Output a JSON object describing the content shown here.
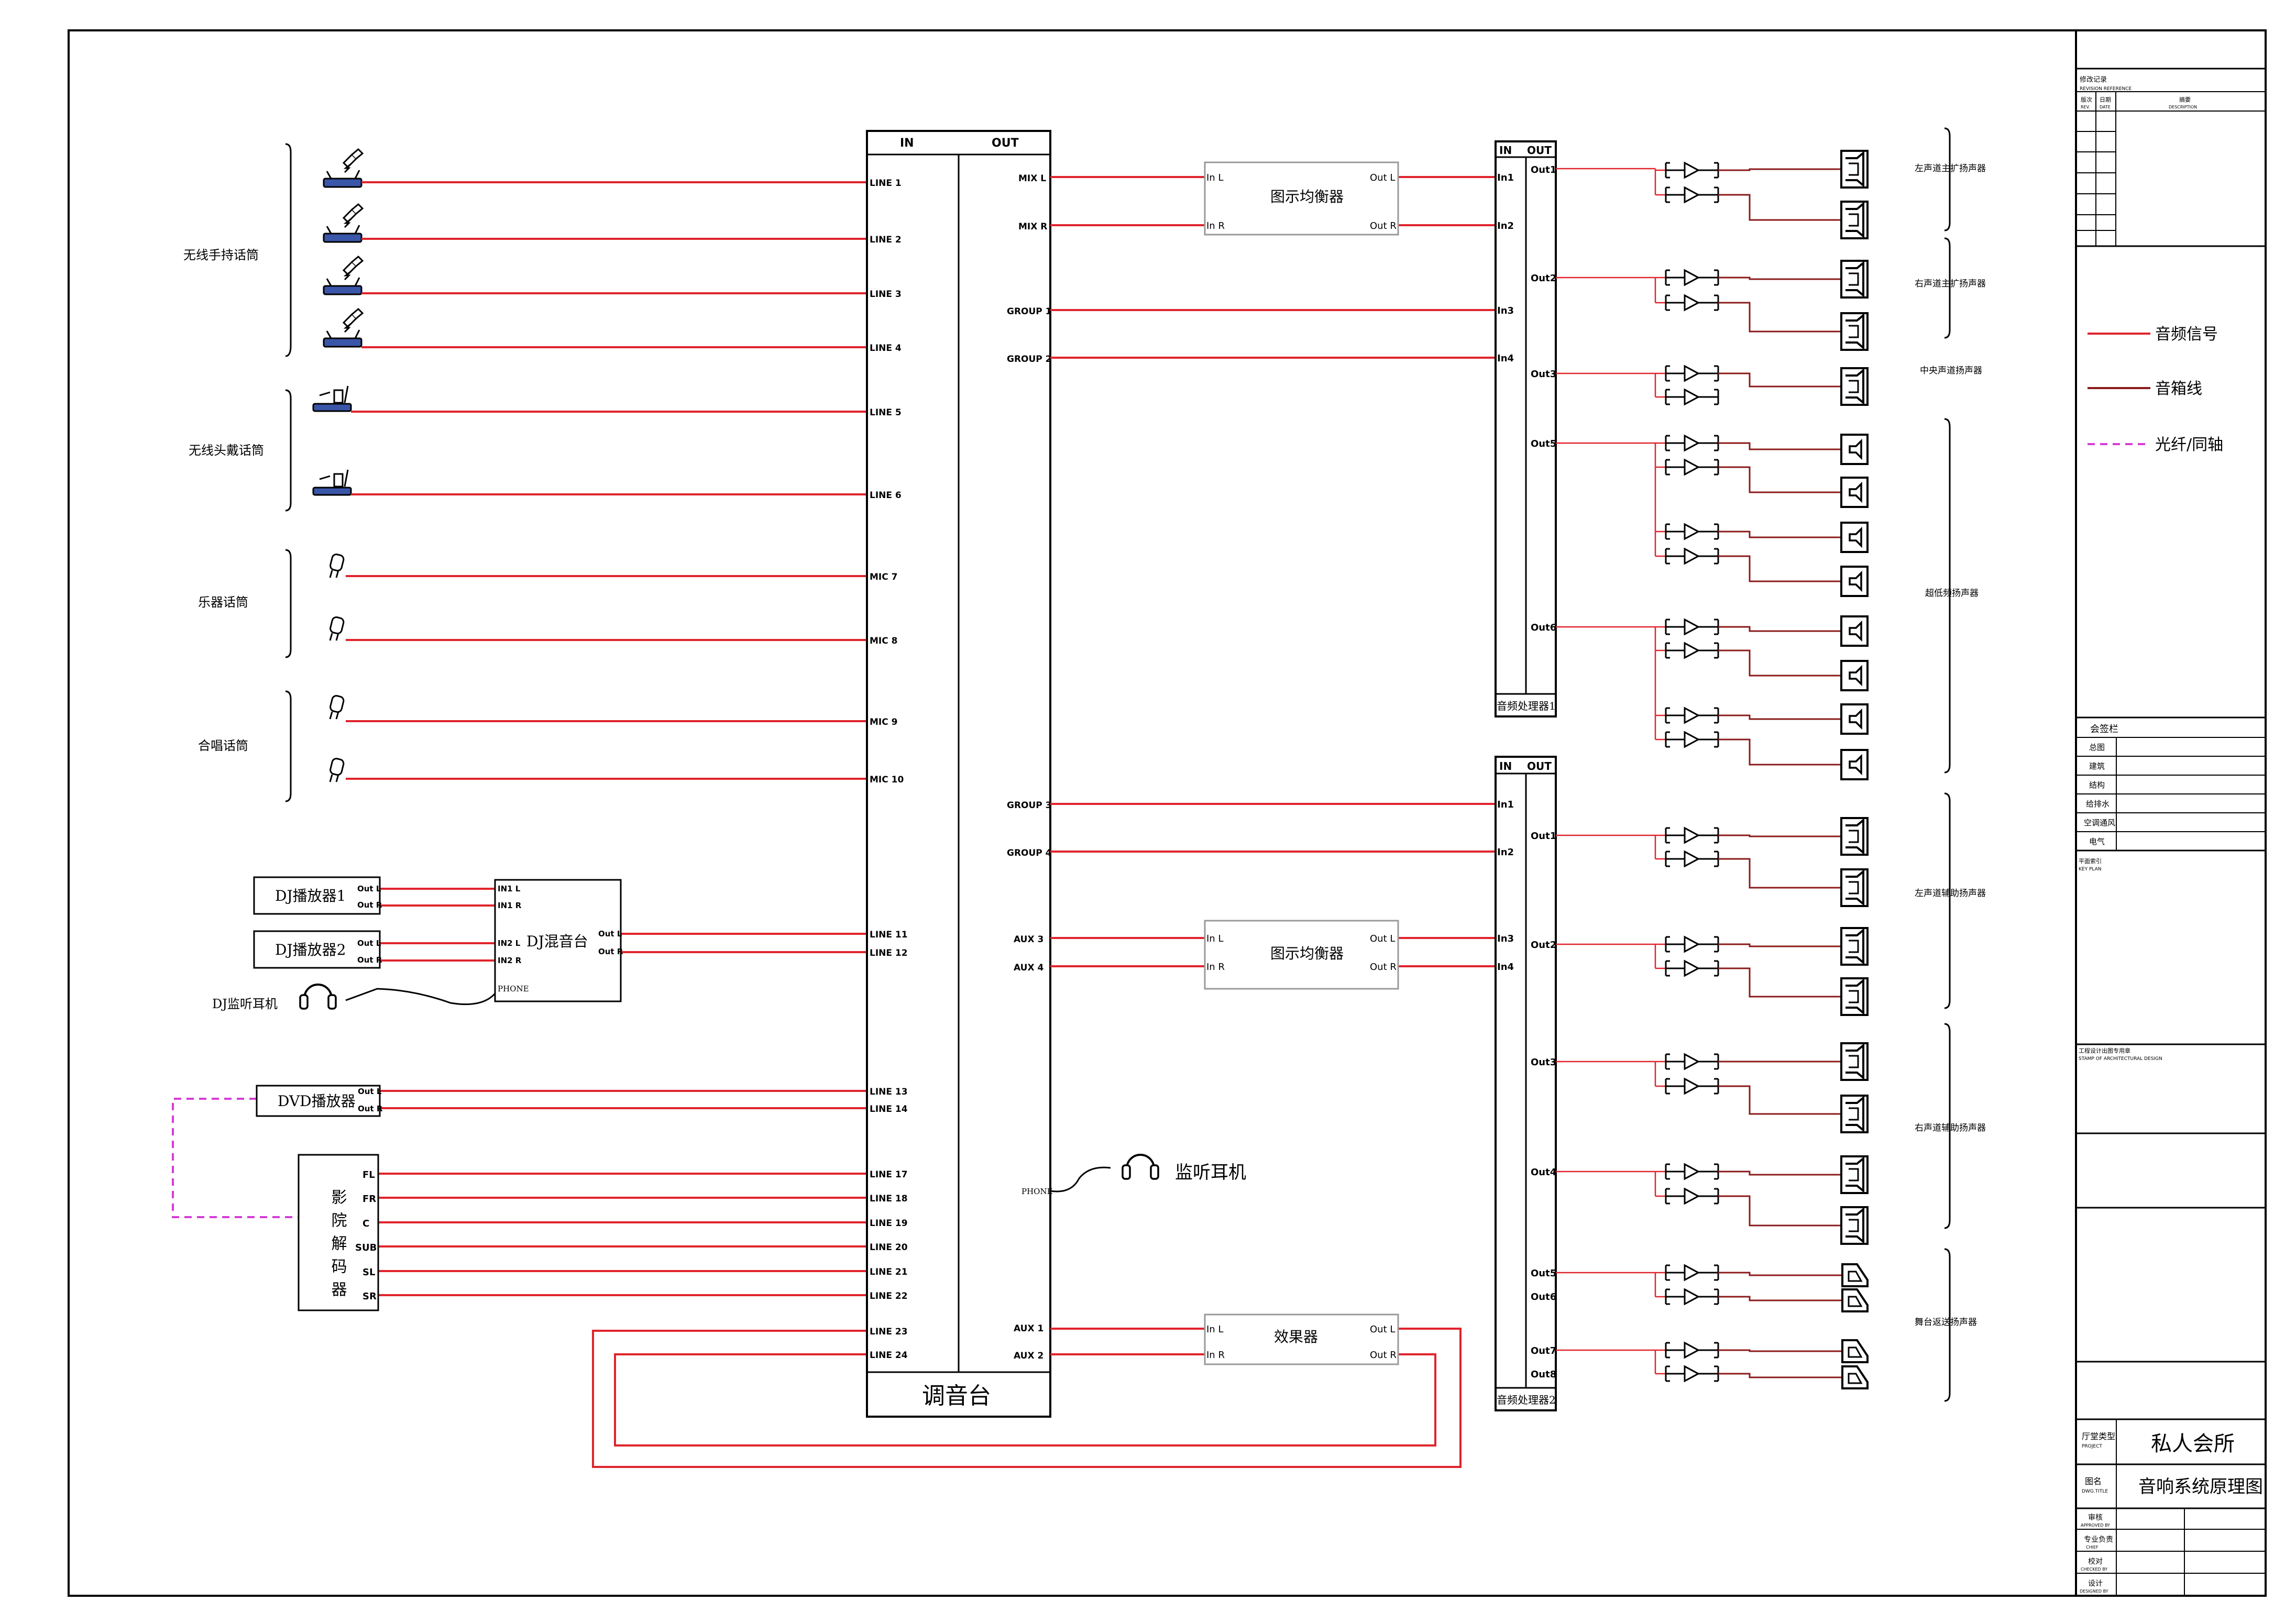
{
  "colors": {
    "signal": "#e0242c",
    "speaker": "#8b1a1a",
    "fiber": "#d63cd6",
    "ink": "#000000"
  },
  "groups": [
    {
      "label": "无线手持话筒",
      "icon": "wireless-handheld-mic-icon"
    },
    {
      "label": "无线头戴话筒",
      "icon": "wireless-headset-mic-icon"
    },
    {
      "label": "乐器话筒",
      "icon": "instrument-mic-icon"
    },
    {
      "label": "合唱话筒",
      "icon": "choir-mic-icon"
    }
  ],
  "mixer": {
    "title": "调音台",
    "in_header": "IN",
    "out_header": "OUT",
    "inputs": [
      "LINE 1",
      "LINE 2",
      "LINE 3",
      "LINE 4",
      "LINE 5",
      "LINE 6",
      "MIC 7",
      "MIC 8",
      "MIC 9",
      "MIC 10",
      "LINE 11",
      "LINE 12",
      "LINE 13",
      "LINE 14",
      "LINE 17",
      "LINE 18",
      "LINE 19",
      "LINE 20",
      "LINE 21",
      "LINE 22",
      "LINE 23",
      "LINE 24"
    ],
    "outputs": [
      "MIX L",
      "MIX R",
      "GROUP 1",
      "GROUP 2",
      "GROUP 3",
      "GROUP 4",
      "AUX 3",
      "AUX 4",
      "AUX 1",
      "AUX 2"
    ],
    "phone": "PHONE"
  },
  "sources": {
    "dj_player1": "DJ播放器1",
    "dj_player2": "DJ播放器2",
    "dj_mixer": "DJ混音台",
    "out_l": "Out L",
    "out_r": "Out R",
    "in1l": "IN1 L",
    "in1r": "IN1 R",
    "in2l": "IN2 L",
    "in2r": "IN2 R",
    "dj_out_l": "Out L",
    "dj_out_r": "Out R",
    "dj_phone": "PHONE",
    "dj_headphone": "DJ监听耳机",
    "dvd": "DVD播放器",
    "decoder": "影院解码器",
    "decoder_ch": [
      "FL",
      "FR",
      "C",
      "SUB",
      "SL",
      "SR"
    ]
  },
  "eq1": {
    "title": "图示均衡器",
    "in_l": "In L",
    "in_r": "In R",
    "out_l": "Out L",
    "out_r": "Out R"
  },
  "eq2": {
    "title": "图示均衡器",
    "in_l": "In L",
    "in_r": "In R",
    "out_l": "Out L",
    "out_r": "Out R"
  },
  "fx": {
    "title": "效果器",
    "in_l": "In L",
    "in_r": "In R",
    "out_l": "Out L",
    "out_r": "Out R"
  },
  "monitor": "监听耳机",
  "proc1": {
    "label": "音频处理器1",
    "in": "IN",
    "out": "OUT",
    "ins": [
      "In1",
      "In2",
      "In3",
      "In4"
    ],
    "outs": [
      "Out1",
      "Out2",
      "Out3",
      "Out5",
      "Out6"
    ]
  },
  "proc2": {
    "label": "音频处理器2",
    "in": "IN",
    "out": "OUT",
    "ins": [
      "In1",
      "In2",
      "In3",
      "In4"
    ],
    "outs": [
      "Out1",
      "Out2",
      "Out3",
      "Out4",
      "Out5",
      "Out6",
      "Out7",
      "Out8"
    ]
  },
  "speaker_groups": [
    "左声道主扩扬声器",
    "右声道主扩扬声器",
    "中央声道扬声器",
    "超低频扬声器",
    "左声道辅助扬声器",
    "右声道辅助扬声器",
    "舞台返送扬声器"
  ],
  "legend": [
    {
      "label": "音频信号",
      "color": "#e0242c",
      "style": "solid"
    },
    {
      "label": "音箱线",
      "color": "#8b1a1a",
      "style": "solid"
    },
    {
      "label": "光纤/同轴",
      "color": "#d63cd6",
      "style": "dashed"
    }
  ],
  "title_block": {
    "revision": "修改记录",
    "revision_en": "REVISION REFERENCE",
    "rev_no": "版次",
    "rev_no_en": "REV.",
    "date": "日期",
    "date_en": "DATE",
    "desc": "摘要",
    "desc_en": "DESCRIPTION",
    "sign": "会签栏",
    "disciplines": [
      "总图",
      "建筑",
      "结构",
      "给排水",
      "空调通风",
      "电气"
    ],
    "key_plan": "平面索引",
    "key_plan_en": "KEY PLAN",
    "stamp": "工程设计出图专用章",
    "stamp_en": "STAMP OF ARCHITECTURAL DESIGN",
    "project_label": "厅堂类型",
    "project_label_en": "PROJECT",
    "project": "私人会所",
    "drawing_label": "图名",
    "drawing_label_en": "DWG.TITLE",
    "drawing": "音响系统原理图",
    "roles": [
      {
        "label": "审核",
        "en": "APPROVED BY"
      },
      {
        "label": "专业负责",
        "en": "CHIEF"
      },
      {
        "label": "校对",
        "en": "CHECKED BY"
      },
      {
        "label": "设计",
        "en": "DESIGNED BY"
      }
    ]
  }
}
